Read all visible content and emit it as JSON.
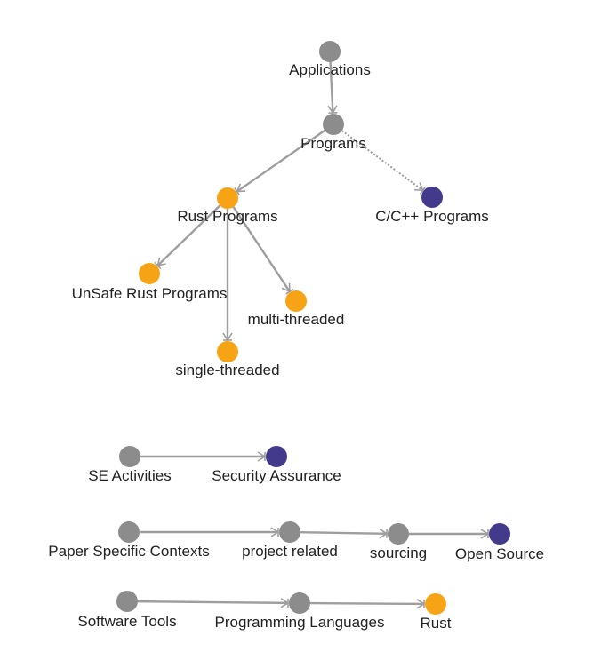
{
  "colors": {
    "gray": "#8c8c8c",
    "orange": "#f6a316",
    "purple": "#433a8c",
    "edge": "#9e9e9e"
  },
  "nodes": [
    {
      "id": "applications",
      "label": "Applications",
      "color": "gray"
    },
    {
      "id": "programs",
      "label": "Programs",
      "color": "gray"
    },
    {
      "id": "rust-programs",
      "label": "Rust Programs",
      "color": "orange"
    },
    {
      "id": "c-cpp-programs",
      "label": "C/C++ Programs",
      "color": "purple"
    },
    {
      "id": "unsafe-rust-programs",
      "label": "UnSafe Rust Programs",
      "color": "orange"
    },
    {
      "id": "multi-threaded",
      "label": "multi-threaded",
      "color": "orange"
    },
    {
      "id": "single-threaded",
      "label": "single-threaded",
      "color": "orange"
    },
    {
      "id": "se-activities",
      "label": "SE Activities",
      "color": "gray"
    },
    {
      "id": "security-assurance",
      "label": "Security Assurance",
      "color": "purple"
    },
    {
      "id": "paper-specific-contexts",
      "label": "Paper Specific Contexts",
      "color": "gray"
    },
    {
      "id": "project-related",
      "label": "project related",
      "color": "gray"
    },
    {
      "id": "sourcing",
      "label": "sourcing",
      "color": "gray"
    },
    {
      "id": "open-source",
      "label": "Open Source",
      "color": "purple"
    },
    {
      "id": "software-tools",
      "label": "Software Tools",
      "color": "gray"
    },
    {
      "id": "programming-languages",
      "label": "Programming Languages",
      "color": "gray"
    },
    {
      "id": "rust",
      "label": "Rust",
      "color": "orange"
    }
  ],
  "edges": [
    {
      "from": "applications",
      "to": "programs",
      "style": "solid"
    },
    {
      "from": "programs",
      "to": "rust-programs",
      "style": "solid"
    },
    {
      "from": "programs",
      "to": "c-cpp-programs",
      "style": "dotted"
    },
    {
      "from": "rust-programs",
      "to": "unsafe-rust-programs",
      "style": "solid"
    },
    {
      "from": "rust-programs",
      "to": "multi-threaded",
      "style": "solid"
    },
    {
      "from": "rust-programs",
      "to": "single-threaded",
      "style": "solid"
    },
    {
      "from": "se-activities",
      "to": "security-assurance",
      "style": "solid"
    },
    {
      "from": "paper-specific-contexts",
      "to": "project-related",
      "style": "solid"
    },
    {
      "from": "project-related",
      "to": "sourcing",
      "style": "solid"
    },
    {
      "from": "sourcing",
      "to": "open-source",
      "style": "solid"
    },
    {
      "from": "software-tools",
      "to": "programming-languages",
      "style": "solid"
    },
    {
      "from": "programming-languages",
      "to": "rust",
      "style": "solid"
    }
  ]
}
